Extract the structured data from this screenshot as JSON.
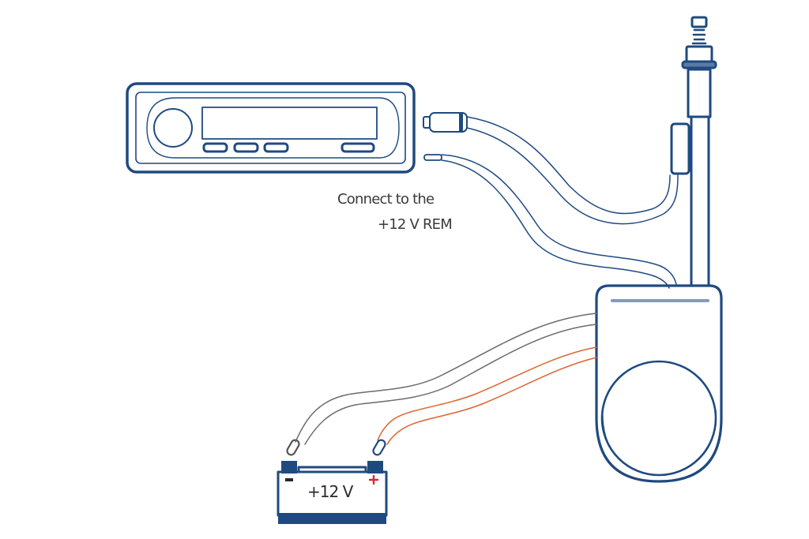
{
  "diagram": {
    "title": "Power antenna wiring diagram",
    "components": {
      "head_unit": {
        "name": "Car radio head unit",
        "buttons": 4
      },
      "antenna": {
        "name": "Power antenna mast and motor"
      },
      "battery": {
        "name": "Car battery",
        "label": "+12 V",
        "negative_symbol": "−",
        "positive_symbol": "+"
      }
    },
    "annotations": {
      "rem_line1": "Connect to the",
      "rem_line2": "+12 V REM"
    },
    "wires": [
      {
        "from": "head_unit antenna jack",
        "to": "antenna mast",
        "type": "antenna cable"
      },
      {
        "from": "head_unit remote lead",
        "to": "antenna motor",
        "type": "+12 V REM"
      },
      {
        "from": "battery negative",
        "to": "antenna motor",
        "type": "ground"
      },
      {
        "from": "battery positive",
        "to": "antenna motor",
        "type": "+12 V power"
      }
    ],
    "colors": {
      "outline": "#1f4a80",
      "ground_wire": "#6b6b6b",
      "power_wire": "#e0622e",
      "positive_sign": "#d62a2a",
      "text": "#3a3a3a"
    }
  }
}
